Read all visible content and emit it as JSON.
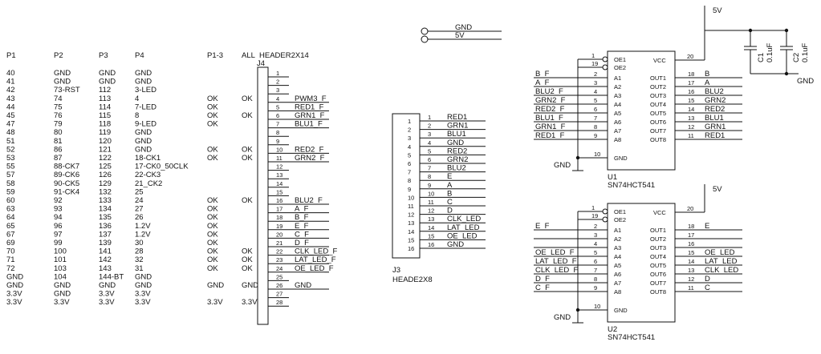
{
  "table": {
    "headers": [
      "P1",
      "P2",
      "P3",
      "P4",
      "P1-3",
      "ALL"
    ],
    "rows": [
      [
        "40",
        "GND",
        "GND",
        "GND",
        "",
        ""
      ],
      [
        "41",
        "GND",
        "GND",
        "GND",
        "",
        ""
      ],
      [
        "42",
        "73-RST",
        "112",
        "3-LED",
        "",
        ""
      ],
      [
        "43",
        "74",
        "113",
        "4",
        "OK",
        "OK"
      ],
      [
        "44",
        "75",
        "114",
        "7-LED",
        "OK",
        ""
      ],
      [
        "45",
        "76",
        "115",
        "8",
        "OK",
        "OK"
      ],
      [
        "47",
        "79",
        "118",
        "9-LED",
        "OK",
        ""
      ],
      [
        "48",
        "80",
        "119",
        "GND",
        "",
        ""
      ],
      [
        "51",
        "81",
        "120",
        "GND",
        "",
        ""
      ],
      [
        "52",
        "86",
        "121",
        "GND",
        "OK",
        "OK"
      ],
      [
        "53",
        "87",
        "122",
        "18-CK1",
        "OK",
        "OK"
      ],
      [
        "55",
        "88-CK7",
        "125",
        "17-CK0_50CLK",
        "",
        ""
      ],
      [
        "57",
        "89-CK6",
        "126",
        "22-CK3",
        "",
        ""
      ],
      [
        "58",
        "90-CK5",
        "129",
        "21_CK2",
        "",
        ""
      ],
      [
        "59",
        "91-CK4",
        "132",
        "25",
        "",
        ""
      ],
      [
        "60",
        "92",
        "133",
        "24",
        "OK",
        "OK"
      ],
      [
        "63",
        "93",
        "134",
        "27",
        "OK",
        ""
      ],
      [
        "64",
        "94",
        "135",
        "26",
        "OK",
        ""
      ],
      [
        "65",
        "96",
        "136",
        "1.2V",
        "OK",
        ""
      ],
      [
        "67",
        "97",
        "137",
        "1.2V",
        "OK",
        ""
      ],
      [
        "69",
        "99",
        "139",
        "30",
        "OK",
        ""
      ],
      [
        "70",
        "100",
        "141",
        "28",
        "OK",
        "OK"
      ],
      [
        "71",
        "101",
        "142",
        "32",
        "OK",
        "OK"
      ],
      [
        "72",
        "103",
        "143",
        "31",
        "OK",
        "OK"
      ],
      [
        "GND",
        "104",
        "144-BT",
        "GND",
        "",
        ""
      ],
      [
        "GND",
        "GND",
        "GND",
        "GND",
        "GND",
        "GND"
      ],
      [
        "3.3V",
        "GND",
        "3.3V",
        "3.3V",
        "",
        ""
      ],
      [
        "3.3V",
        "3.3V",
        "3.3V",
        "3.3V",
        "3.3V",
        "3.3V"
      ]
    ]
  },
  "j4": {
    "type": "HEADER2X14",
    "ref": "J4",
    "pins": [
      "1",
      "2",
      "3",
      "4",
      "5",
      "6",
      "7",
      "8",
      "9",
      "10",
      "11",
      "12",
      "13",
      "14",
      "15",
      "16",
      "17",
      "18",
      "19",
      "20",
      "21",
      "22",
      "23",
      "24",
      "25",
      "26",
      "27",
      "28"
    ],
    "nets": [
      "",
      "",
      "",
      "PWM3_F",
      "RED1_F",
      "GRN1_F",
      "BLU1_F",
      "",
      "",
      "RED2_F",
      "GRN2_F",
      "",
      "",
      "",
      "",
      "BLU2_F",
      "A_F",
      "B_F",
      "E_F",
      "C_F",
      "D_F",
      "CLK_LED_F",
      "LAT_LED_F",
      "OE_LED_F",
      "",
      "GND",
      "",
      ""
    ]
  },
  "power_symbol": {
    "gnd": "GND",
    "v5": "5V"
  },
  "j3": {
    "ref": "J3",
    "type": "HEADE2X8",
    "left_pins": [
      "1",
      "2",
      "3",
      "4",
      "5",
      "6",
      "7",
      "8",
      "9",
      "10",
      "11",
      "12",
      "13",
      "14",
      "15",
      "16"
    ],
    "right_pins": [
      "1",
      "2",
      "3",
      "4",
      "5",
      "6",
      "7",
      "8",
      "9",
      "10",
      "11",
      "12",
      "13",
      "14",
      "15",
      "16"
    ],
    "nets": [
      "RED1",
      "GRN1",
      "BLU1",
      "GND",
      "RED2",
      "GRN2",
      "BLU2",
      "E",
      "A",
      "B",
      "C",
      "D",
      "CLK_LED",
      "LAT_LED",
      "OE_LED",
      "GND"
    ]
  },
  "caps": [
    {
      "ref": "C1",
      "value": "0.1uF"
    },
    {
      "ref": "C2",
      "value": "0.1uF"
    }
  ],
  "cap_gnd": "GND",
  "u1": {
    "ref": "U1",
    "part": "SN74HCT541",
    "supply": "5V",
    "gnd_label": "GND",
    "oe_pins": [
      "1",
      "19"
    ],
    "oe_names": [
      "OE1",
      "OE2"
    ],
    "a_pins": [
      "2",
      "3",
      "4",
      "5",
      "6",
      "7",
      "8",
      "9"
    ],
    "a_names": [
      "A1",
      "A2",
      "A3",
      "A4",
      "A5",
      "A6",
      "A7",
      "A8"
    ],
    "in_nets": [
      "B_F",
      "A_F",
      "BLU2_F",
      "GRN2_F",
      "RED2_F",
      "BLU1_F",
      "GRN1_F",
      "RED1_F"
    ],
    "out_pins": [
      "18",
      "17",
      "16",
      "15",
      "14",
      "13",
      "12",
      "11"
    ],
    "out_names": [
      "OUT1",
      "OUT2",
      "OUT3",
      "OUT4",
      "OUT5",
      "OUT6",
      "OUT7",
      "OUT8"
    ],
    "out_nets": [
      "B",
      "A",
      "BLU2",
      "GRN2",
      "RED2",
      "BLU1",
      "GRN1",
      "RED1"
    ],
    "vcc_name": "VCC",
    "vcc_pin": "20",
    "gnd_name": "GND",
    "gnd_pin": "10"
  },
  "u2": {
    "ref": "U2",
    "part": "SN74HCT541",
    "supply": "5V",
    "gnd_label": "GND",
    "oe_pins": [
      "1",
      "19"
    ],
    "oe_names": [
      "OE1",
      "OE2"
    ],
    "a_pins": [
      "2",
      "3",
      "4",
      "5",
      "6",
      "7",
      "8",
      "9"
    ],
    "a_names": [
      "A1",
      "A2",
      "A3",
      "A4",
      "A5",
      "A6",
      "A7",
      "A8"
    ],
    "in_nets": [
      "E_F",
      "",
      "",
      "OE_LED_F",
      "LAT_LED_F",
      "CLK_LED_F",
      "D_F",
      "C_F"
    ],
    "out_pins": [
      "18",
      "17",
      "16",
      "15",
      "14",
      "13",
      "12",
      "11"
    ],
    "out_names": [
      "OUT1",
      "OUT2",
      "OUT3",
      "OUT4",
      "OUT5",
      "OUT6",
      "OUT7",
      "OUT8"
    ],
    "out_nets": [
      "E",
      "",
      "",
      "OE_LED",
      "LAT_LED",
      "CLK_LED",
      "D",
      "C"
    ],
    "vcc_name": "VCC",
    "vcc_pin": "20",
    "gnd_name": "GND",
    "gnd_pin": "10"
  }
}
